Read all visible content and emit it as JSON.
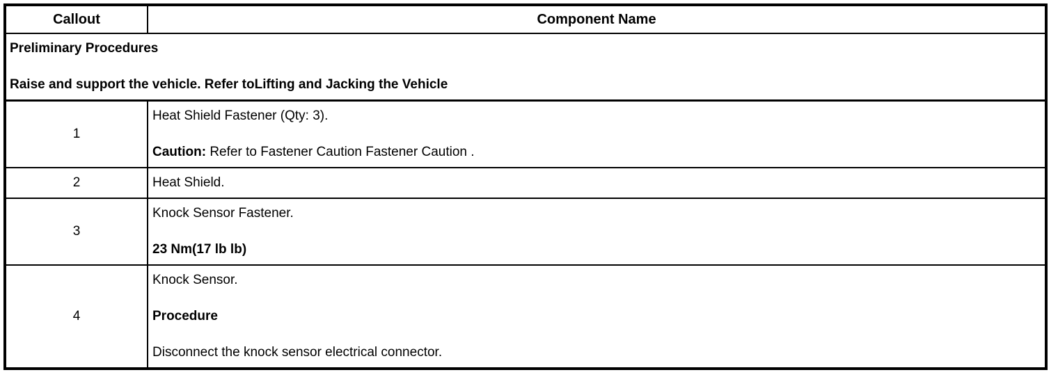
{
  "table": {
    "border_color": "#000000",
    "background_color": "#ffffff",
    "header": {
      "callout_label": "Callout",
      "component_label": "Component Name"
    },
    "preliminary": {
      "title": "Preliminary Procedures",
      "instruction": "Raise and support the vehicle. Refer toLifting and Jacking the Vehicle"
    },
    "rows": [
      {
        "callout": "1",
        "paragraphs": [
          [
            {
              "text": "Heat Shield Fastener (Qty: 3).",
              "bold": false
            }
          ],
          [
            {
              "text": "Caution:",
              "bold": true
            },
            {
              "text": " Refer to Fastener Caution Fastener Caution .",
              "bold": false
            }
          ]
        ]
      },
      {
        "callout": "2",
        "paragraphs": [
          [
            {
              "text": "Heat Shield.",
              "bold": false
            }
          ]
        ]
      },
      {
        "callout": "3",
        "paragraphs": [
          [
            {
              "text": "Knock Sensor Fastener.",
              "bold": false
            }
          ],
          [
            {
              "text": "23 Nm(17 lb lb)",
              "bold": true
            }
          ]
        ]
      },
      {
        "callout": "4",
        "paragraphs": [
          [
            {
              "text": "Knock Sensor.",
              "bold": false
            }
          ],
          [
            {
              "text": "Procedure",
              "bold": true
            }
          ],
          [
            {
              "text": "Disconnect the knock sensor electrical connector.",
              "bold": false
            }
          ]
        ]
      }
    ]
  }
}
